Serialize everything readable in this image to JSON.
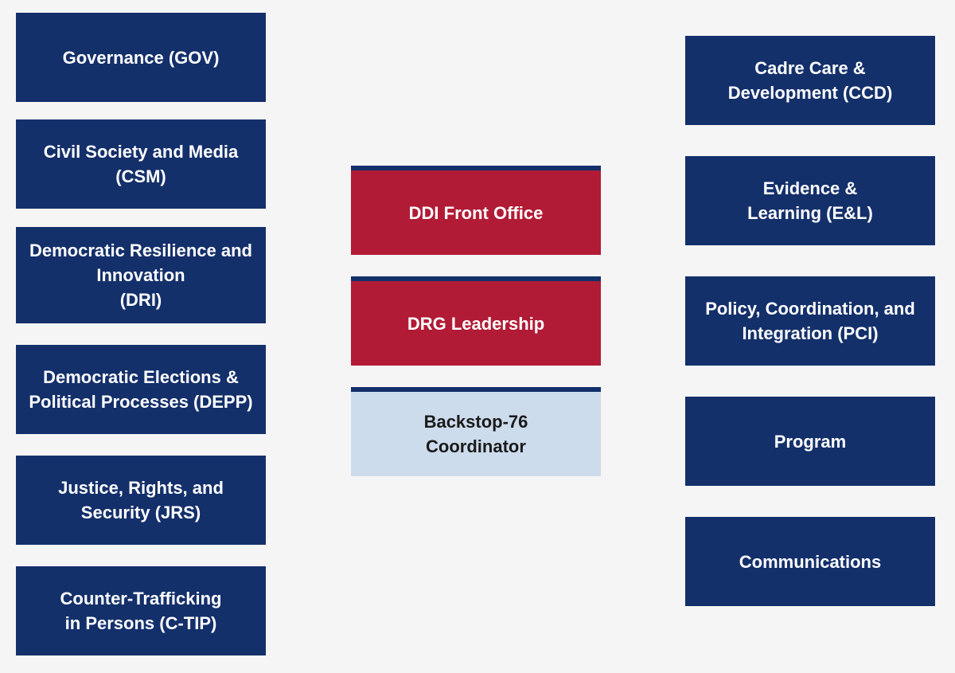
{
  "left_column": [
    {
      "id": "gov",
      "label": "Governance (GOV)"
    },
    {
      "id": "csm",
      "label": "Civil Society and Media\n(CSM)"
    },
    {
      "id": "dri",
      "label": "Democratic Resilience and\nInnovation\n(DRI)"
    },
    {
      "id": "depp",
      "label": "Democratic Elections &\nPolitical Processes (DEPP)"
    },
    {
      "id": "jrs",
      "label": "Justice, Rights, and\nSecurity (JRS)"
    },
    {
      "id": "ctip",
      "label": "Counter-Trafficking\nin Persons (C-TIP)"
    }
  ],
  "center_column": [
    {
      "id": "ddi-front-office",
      "label": "DDI Front Office"
    },
    {
      "id": "drg-leadership",
      "label": "DRG Leadership"
    },
    {
      "id": "backstop-76",
      "label": "Backstop-76\nCoordinator"
    }
  ],
  "right_column": [
    {
      "id": "ccd",
      "label": "Cadre Care &\nDevelopment (CCD)"
    },
    {
      "id": "el",
      "label": "Evidence &\nLearning  (E&L)"
    },
    {
      "id": "pci",
      "label": "Policy, Coordination, and\nIntegration (PCI)"
    },
    {
      "id": "program",
      "label": "Program"
    },
    {
      "id": "communications",
      "label": "Communications"
    }
  ],
  "colors": {
    "navy": "#14306b",
    "red": "#b11b36",
    "light_blue": "#cddcec",
    "background": "#f5f5f5"
  }
}
